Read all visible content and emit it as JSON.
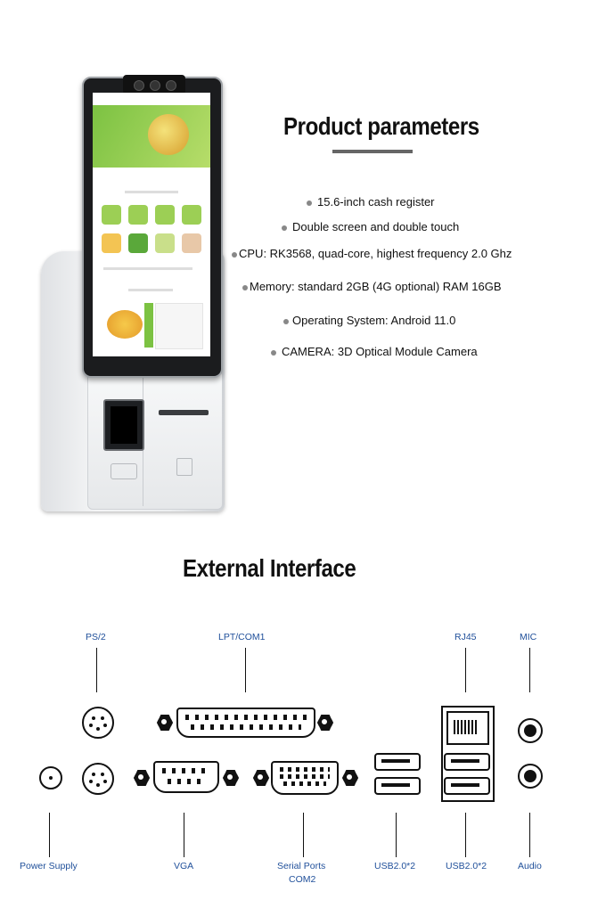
{
  "product_parameters": {
    "title": "Product parameters",
    "items": [
      "15.6-inch cash register",
      "Double screen and double touch",
      "CPU: RK3568, quad-core, highest frequency 2.0 Ghz",
      "Memory: standard 2GB (4G optional) RAM 16GB",
      "Operating System: Android 11.0",
      "CAMERA: 3D Optical Module Camera"
    ]
  },
  "external_interface": {
    "title": "External Interface",
    "top_labels": {
      "ps2": "PS/2",
      "lpt": "LPT/COM1",
      "rj45": "RJ45",
      "mic": "MIC"
    },
    "bottom_labels": {
      "power": "Power Supply",
      "vga": "VGA",
      "serial_line1": "Serial Ports",
      "serial_line2": "COM2",
      "usb_left": "USB2.0*2",
      "usb_right": "USB2.0*2",
      "audio": "Audio"
    }
  },
  "colors": {
    "label_blue": "#1f4f9a",
    "screen_green": "#7cc242"
  }
}
